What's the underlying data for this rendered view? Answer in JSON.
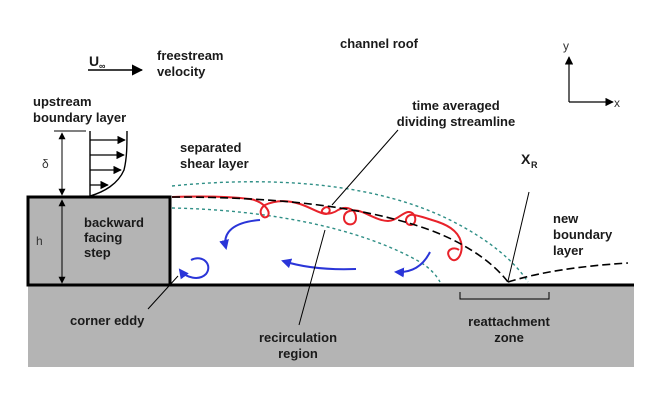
{
  "labels": {
    "u_symbol": "U",
    "u_subscript": "∞",
    "freestream": [
      "freestream",
      "velocity"
    ],
    "channel_roof": "channel roof",
    "axis_y": "y",
    "axis_x": "x",
    "upstream_boundary_layer": [
      "upstream",
      "boundary layer"
    ],
    "delta": "δ",
    "time_averaged": [
      "time averaged",
      "dividing streamline"
    ],
    "separated_shear_layer": [
      "separated",
      "shear layer"
    ],
    "xr_symbol": "X",
    "xr_subscript": "R",
    "h": "h",
    "step": [
      "backward",
      "facing",
      "step"
    ],
    "new_boundary_layer": [
      "new",
      "boundary",
      "layer"
    ],
    "corner_eddy": "corner eddy",
    "recirculation_region": [
      "recirculation",
      "region"
    ],
    "reattachment_zone": [
      "reattachment",
      "zone"
    ]
  },
  "colors": {
    "wall_fill": "#b4b4b4",
    "wall_stroke": "#000000",
    "shear_layer": "#e8222a",
    "recirculation_arrows": "#2a35d8",
    "mixing_boundary": "#2f8f86",
    "streamline": "#000000"
  }
}
